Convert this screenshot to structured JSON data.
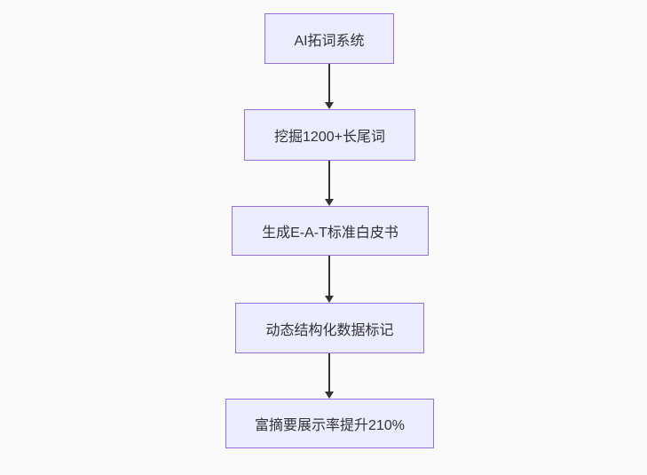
{
  "diagram": {
    "type": "flowchart",
    "direction": "top-down",
    "nodes": [
      {
        "id": "node-1",
        "label": "AI拓词系统"
      },
      {
        "id": "node-2",
        "label": "挖掘1200+长尾词"
      },
      {
        "id": "node-3",
        "label": "生成E-A-T标准白皮书"
      },
      {
        "id": "node-4",
        "label": "动态结构化数据标记"
      },
      {
        "id": "node-5",
        "label": "富摘要展示率提升210%"
      }
    ],
    "edges": [
      {
        "from": "node-1",
        "to": "node-2",
        "style": "arrow-down"
      },
      {
        "from": "node-2",
        "to": "node-3",
        "style": "arrow-down"
      },
      {
        "from": "node-3",
        "to": "node-4",
        "style": "arrow-down"
      },
      {
        "from": "node-4",
        "to": "node-5",
        "style": "arrow-down"
      }
    ],
    "colors": {
      "background": "#FAFAFA",
      "node_fill": "#ECECFF",
      "node_border": "#9370DB",
      "node_text": "#333333",
      "arrow": "#333333"
    }
  }
}
